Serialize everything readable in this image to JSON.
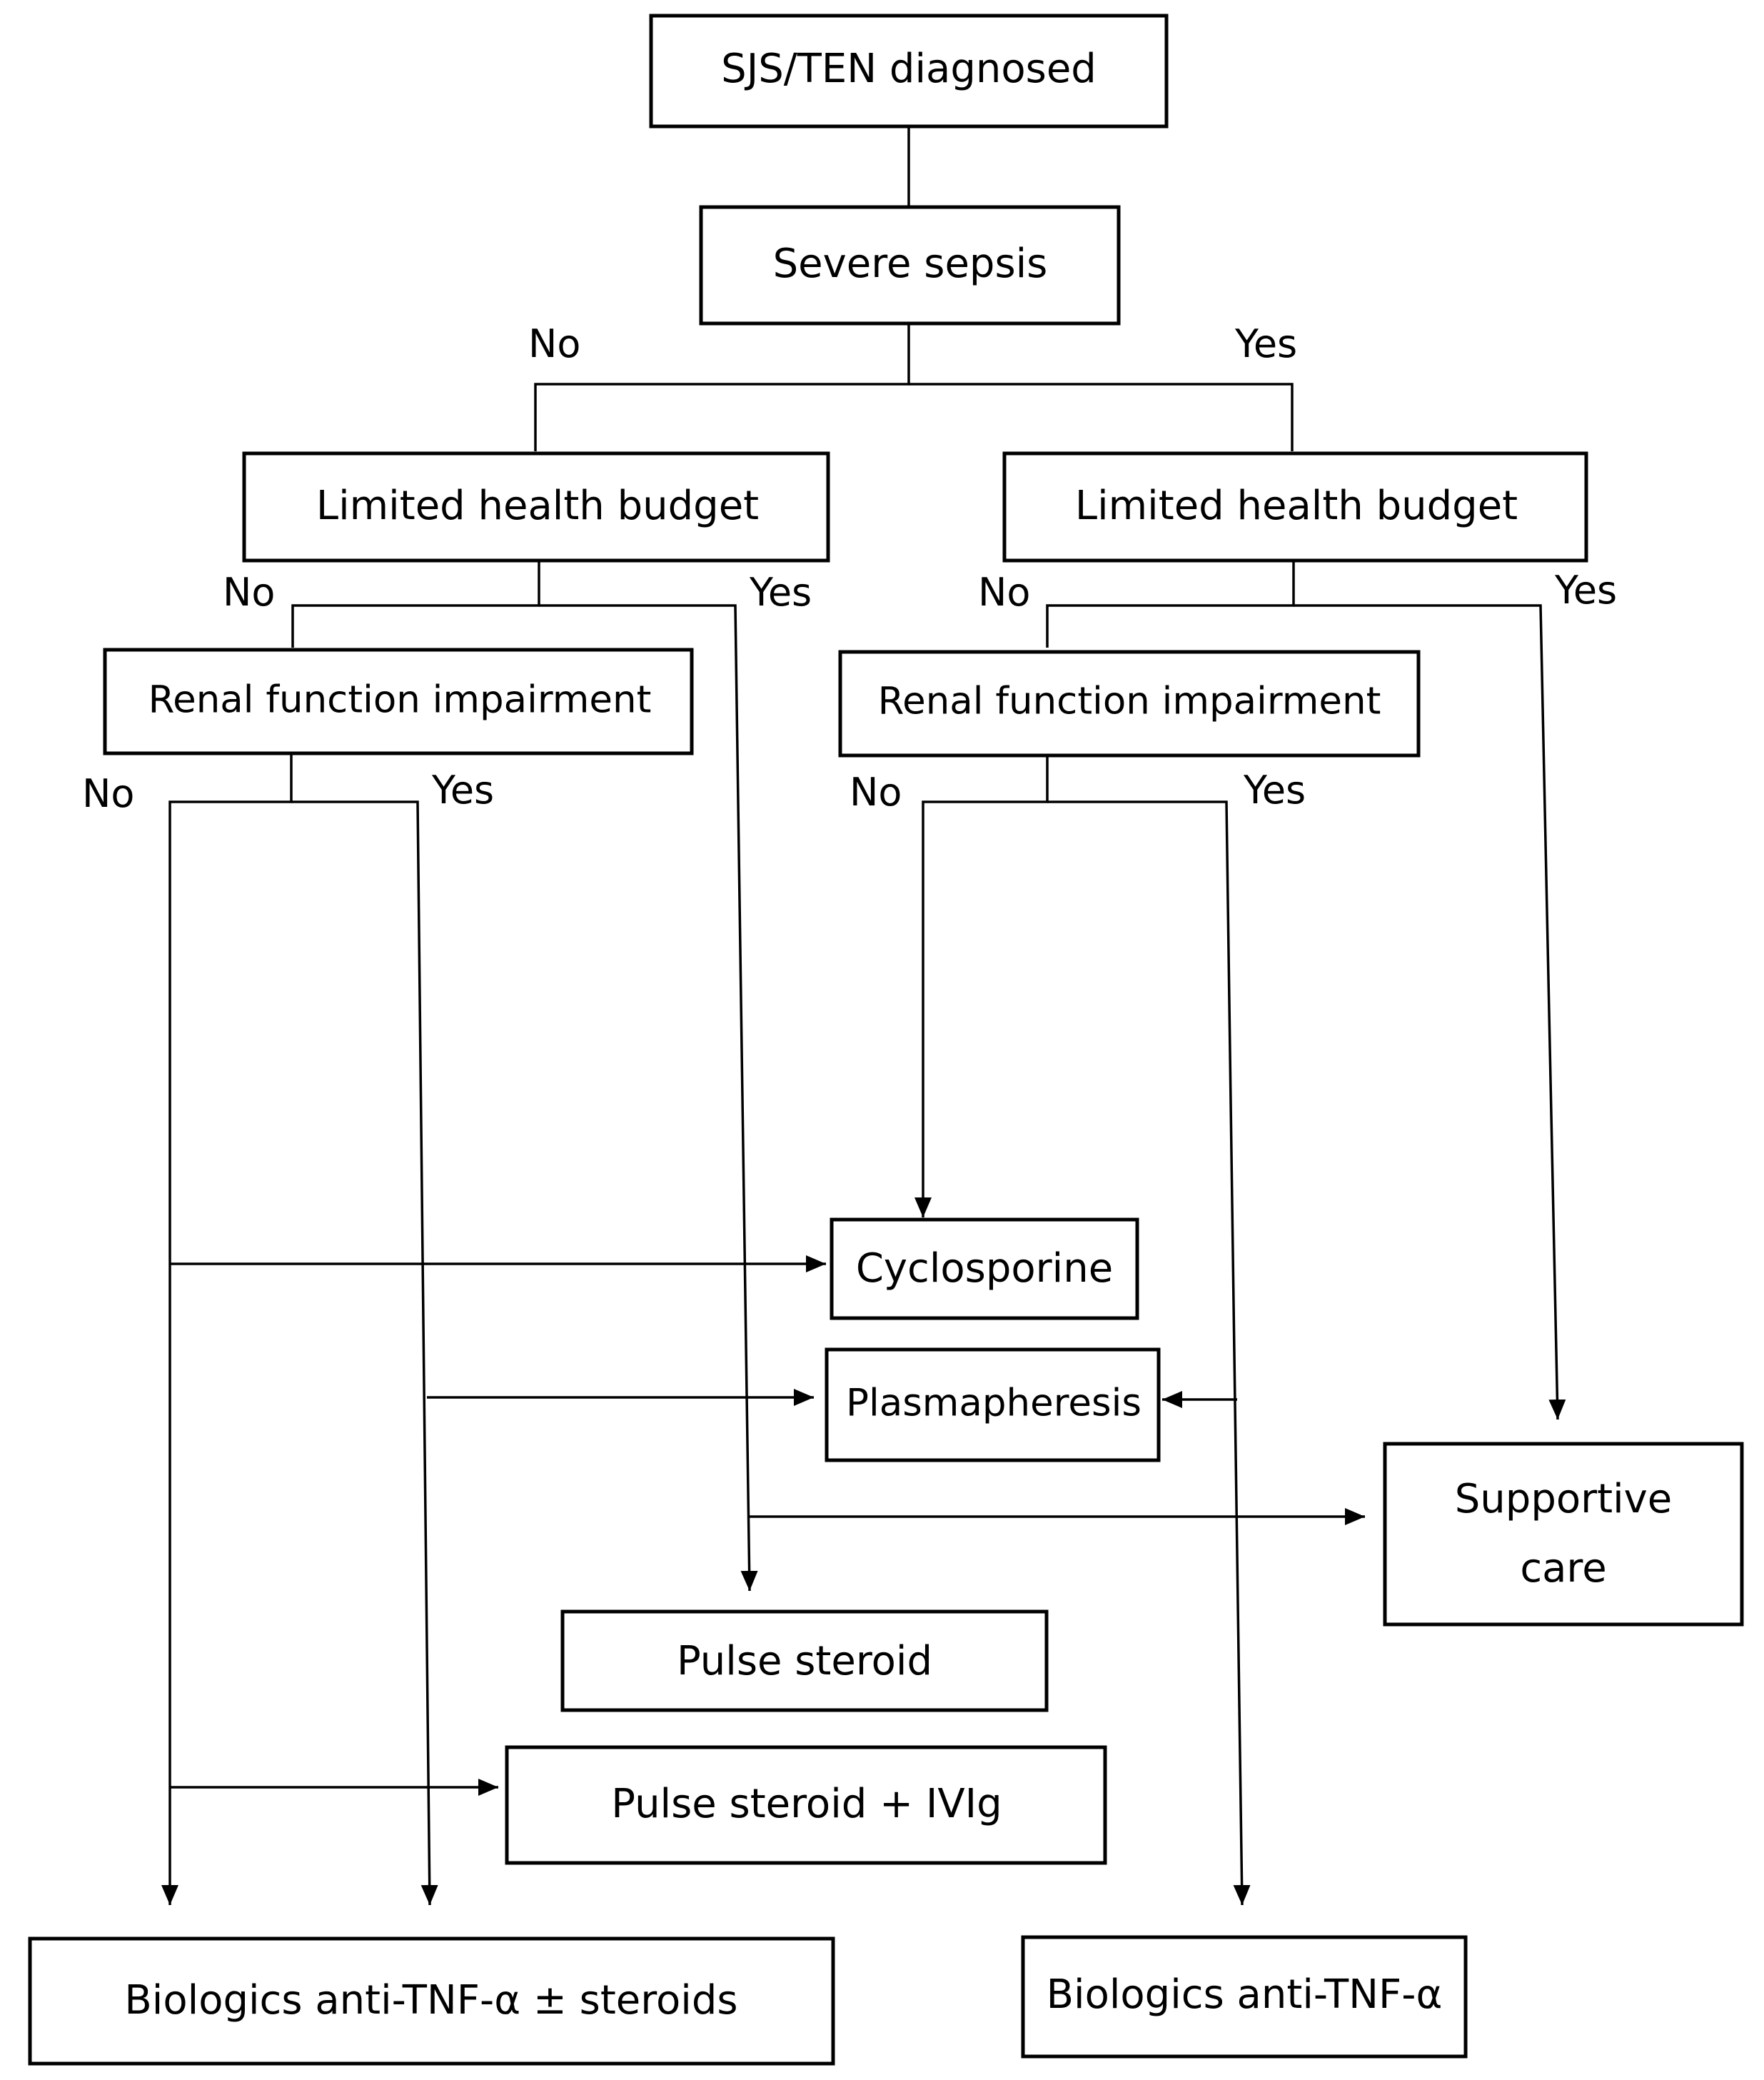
{
  "nodes": {
    "sjs_ten": "SJS/TEN diagnosed",
    "severe_sepsis": "Severe sepsis",
    "budget_left": "Limited health budget",
    "budget_right": "Limited health budget",
    "renal_left": "Renal function impairment",
    "renal_right": "Renal function impairment",
    "cyclosporine": "Cyclosporine",
    "plasmapheresis": "Plasmapheresis",
    "supportive_care_line1": "Supportive",
    "supportive_care_line2": "care",
    "pulse_steroid": "Pulse steroid",
    "pulse_steroid_ivig": "Pulse steroid + IVIg",
    "biologics_steroids": "Biologics anti-TNF-α ± steroids",
    "biologics": "Biologics anti-TNF-α"
  },
  "labels": {
    "sepsis_no": "No",
    "sepsis_yes": "Yes",
    "budget_left_no": "No",
    "budget_left_yes": "Yes",
    "budget_right_no": "No",
    "budget_right_yes": "Yes",
    "renal_left_no": "No",
    "renal_left_yes": "Yes",
    "renal_right_no": "No",
    "renal_right_yes": "Yes"
  }
}
